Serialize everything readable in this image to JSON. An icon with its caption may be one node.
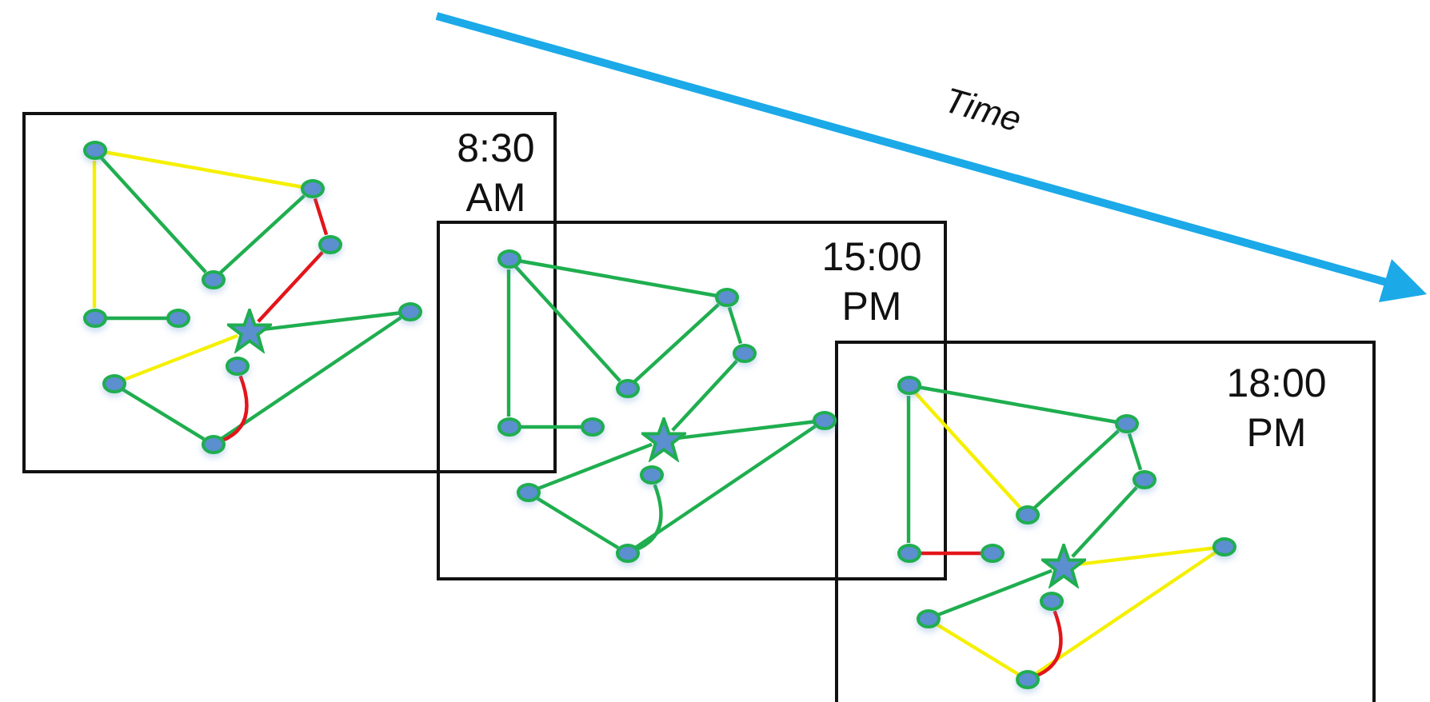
{
  "diagram": {
    "nodes": [
      {
        "text": [
          "8:30 AM"
        ]
      },
      {
        "text": [],
        "shape": "circle",
        "in": 0
      },
      {
        "text": [],
        "shape": "circle",
        "in": 0
      },
      {
        "text": [],
        "shape": "circle",
        "in": 0
      },
      {
        "text": [],
        "shape": "circle",
        "in": 0
      },
      {
        "text": [],
        "shape": "circle",
        "in": 0
      },
      {
        "text": [],
        "shape": "circle",
        "in": 0
      },
      {
        "text": [],
        "shape": "star",
        "in": 0
      },
      {
        "text": [],
        "shape": "circle",
        "in": 0
      },
      {
        "text": [],
        "shape": "circle",
        "in": 0
      },
      {
        "text": [],
        "shape": "circle",
        "in": 0
      },
      {
        "text": [],
        "shape": "circle",
        "in": 0
      },
      {
        "text": [
          "15:00 PM"
        ]
      },
      {
        "text": [],
        "shape": "circle"
      },
      {
        "text": [],
        "shape": "circle",
        "in": 12
      },
      {
        "text": [],
        "shape": "circle",
        "in": 12
      },
      {
        "text": [],
        "shape": "circle",
        "in": 12
      },
      {
        "text": [],
        "shape": "circle"
      },
      {
        "text": [],
        "shape": "circle",
        "in": 12
      },
      {
        "text": [],
        "shape": "star",
        "in": 12
      },
      {
        "text": [],
        "shape": "circle",
        "in": 12
      },
      {
        "text": [],
        "shape": "circle",
        "in": 12
      },
      {
        "text": [],
        "shape": "circle",
        "in": 12
      },
      {
        "text": [],
        "shape": "circle",
        "in": 12
      },
      {
        "text": [
          "18:00 PM"
        ]
      },
      {
        "text": [],
        "shape": "circle"
      },
      {
        "text": [],
        "shape": "circle",
        "in": 24
      },
      {
        "text": [],
        "shape": "circle",
        "in": 24
      },
      {
        "text": [],
        "shape": "circle",
        "in": 24
      },
      {
        "text": [],
        "shape": "circle"
      },
      {
        "text": [],
        "shape": "circle",
        "in": 24
      },
      {
        "text": [],
        "shape": "star",
        "in": 24
      },
      {
        "text": [],
        "shape": "circle",
        "in": 24
      },
      {
        "text": [],
        "shape": "circle",
        "in": 24
      },
      {
        "text": [],
        "shape": "circle",
        "in": 24
      },
      {
        "text": [],
        "shape": "circle",
        "in": 24
      }
    ],
    "edges": [
      {
        "from": 1,
        "to": 2,
        "arrow": "none",
        "color": "#f5f000"
      },
      {
        "from": 1,
        "to": 4,
        "arrow": "none"
      },
      {
        "from": 1,
        "to": 5,
        "arrow": "none",
        "color": "#f5f000"
      },
      {
        "from": 2,
        "to": 4,
        "arrow": "none"
      },
      {
        "from": 2,
        "to": 3,
        "arrow": "none",
        "color": "#e3151a"
      },
      {
        "from": 3,
        "to": 7,
        "arrow": "none",
        "color": "#e3151a"
      },
      {
        "from": 5,
        "to": 6,
        "arrow": "none"
      },
      {
        "from": 7,
        "to": 8,
        "arrow": "none"
      },
      {
        "from": 7,
        "to": 10,
        "arrow": "none",
        "color": "#f5f000"
      },
      {
        "from": 10,
        "to": 11,
        "arrow": "none"
      },
      {
        "from": 11,
        "to": 8,
        "arrow": "none"
      },
      {
        "from": 9,
        "to": 11,
        "arrow": "none",
        "color": "#e3151a"
      },
      {
        "from": 13,
        "to": 14,
        "arrow": "none"
      },
      {
        "from": 13,
        "to": 16,
        "arrow": "none"
      },
      {
        "from": 13,
        "to": 17,
        "arrow": "none"
      },
      {
        "from": 14,
        "to": 16,
        "arrow": "none"
      },
      {
        "from": 14,
        "to": 15,
        "arrow": "none"
      },
      {
        "from": 15,
        "to": 19,
        "arrow": "none"
      },
      {
        "from": 17,
        "to": 18,
        "arrow": "none"
      },
      {
        "from": 19,
        "to": 20,
        "arrow": "none"
      },
      {
        "from": 19,
        "to": 22,
        "arrow": "none"
      },
      {
        "from": 22,
        "to": 23,
        "arrow": "none"
      },
      {
        "from": 23,
        "to": 20,
        "arrow": "none"
      },
      {
        "from": 21,
        "to": 23,
        "arrow": "none"
      },
      {
        "from": 25,
        "to": 26,
        "arrow": "none"
      },
      {
        "from": 25,
        "to": 28,
        "arrow": "none",
        "color": "#f5f000"
      },
      {
        "from": 25,
        "to": 29,
        "arrow": "none"
      },
      {
        "from": 26,
        "to": 28,
        "arrow": "none"
      },
      {
        "from": 26,
        "to": 27,
        "arrow": "none"
      },
      {
        "from": 27,
        "to": 31,
        "arrow": "none"
      },
      {
        "from": 29,
        "to": 30,
        "arrow": "none",
        "color": "#e3151a"
      },
      {
        "from": 31,
        "to": 32,
        "arrow": "none",
        "color": "#f5f000"
      },
      {
        "from": 31,
        "to": 34,
        "arrow": "none"
      },
      {
        "from": 34,
        "to": 35,
        "arrow": "none",
        "color": "#f5f000"
      },
      {
        "from": 35,
        "to": 32,
        "arrow": "none",
        "color": "#f5f000"
      },
      {
        "from": 33,
        "to": 35,
        "arrow": "none",
        "color": "#e3151a"
      }
    ],
    "labels": [
      "Time"
    ]
  }
}
